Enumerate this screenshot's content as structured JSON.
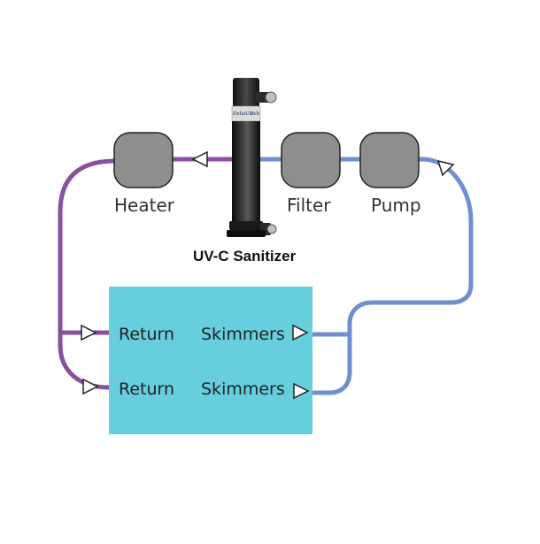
{
  "components": {
    "heater": "Heater",
    "filter": "Filter",
    "pump": "Pump"
  },
  "sanitizer": {
    "label": "UV-C Sanitizer",
    "brand": "DeltaUV",
    "brand_right": "Delt"
  },
  "pool": {
    "return_1": "Return",
    "return_2": "Return",
    "skimmers_1": "Skimmers",
    "skimmers_2": "Skimmers"
  },
  "colors": {
    "return_pipe": "#8a4f9e",
    "suction_pipe": "#6f8fcf",
    "pool": "#66cedd",
    "component_fill": "#8e8e8e",
    "unit_body": "#1c1c1c"
  }
}
